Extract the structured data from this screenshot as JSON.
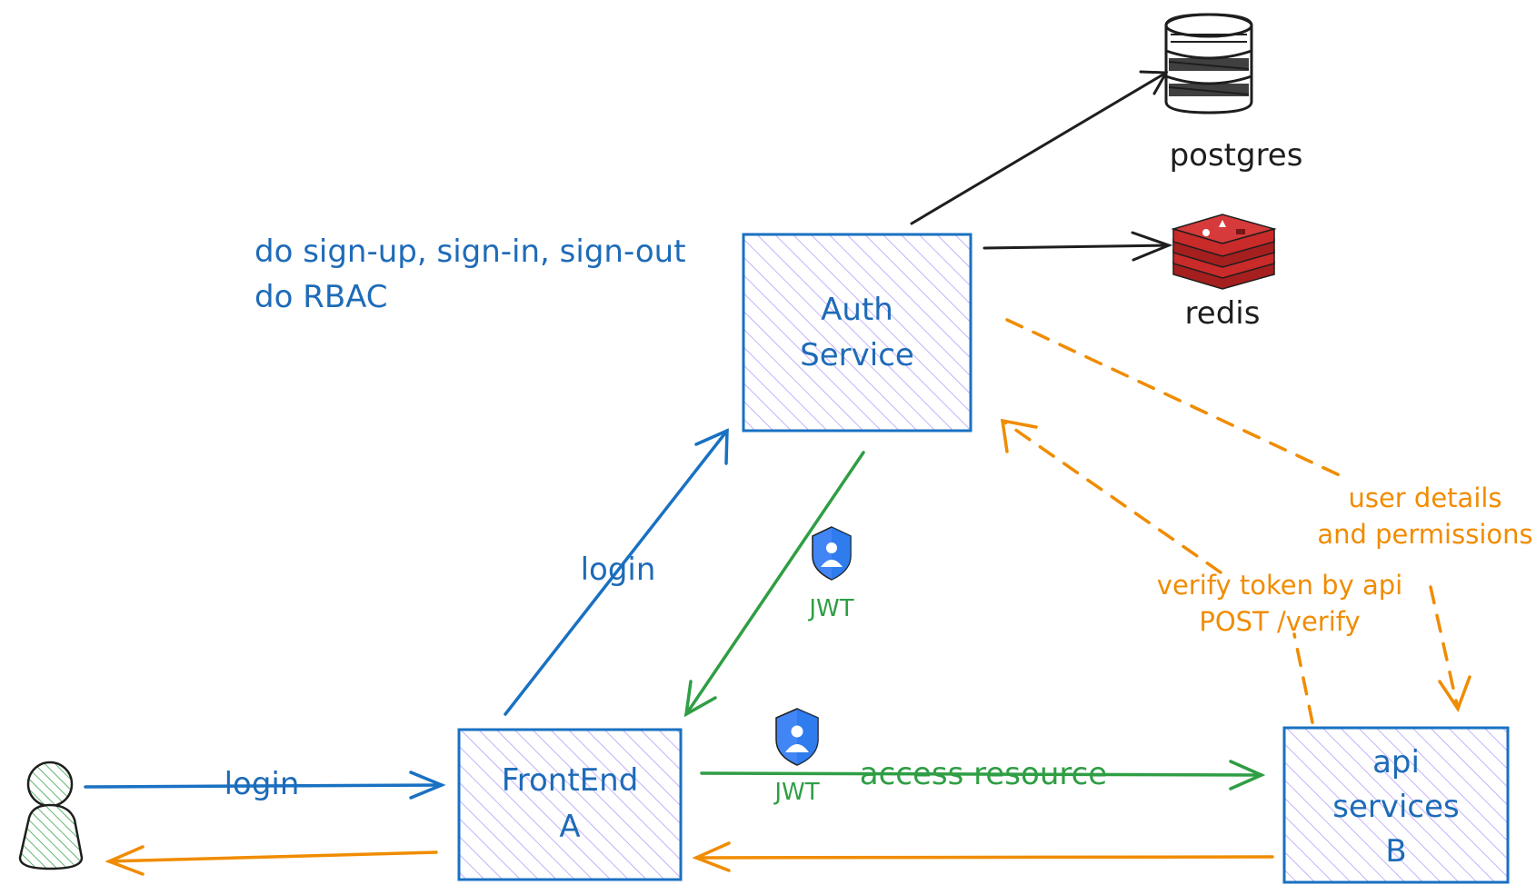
{
  "nodes": {
    "auth_service": {
      "line1": "Auth",
      "line2": "Service"
    },
    "frontend": {
      "line1": "FrontEnd",
      "line2": "A"
    },
    "api_services": {
      "line1": "api",
      "line2": "services",
      "line3": "B"
    },
    "postgres": {
      "label": "postgres"
    },
    "redis": {
      "label": "redis"
    }
  },
  "annotations": {
    "auth_duties_1": "do sign-up, sign-in, sign-out",
    "auth_duties_2": "do RBAC",
    "login_user": "login",
    "login_frontend": "login",
    "jwt_auth": "JWT",
    "jwt_access": "JWT",
    "access_resource": "access resource",
    "verify_1": "verify token by api",
    "verify_2": "POST /verify",
    "user_details_1": "user details",
    "user_details_2": "and permissions"
  },
  "colors": {
    "blue": "#1971c2",
    "green": "#2f9e44",
    "orange": "#f08c00",
    "black": "#1e1e1e",
    "hatch": "#b197fc",
    "redis_red": "#c92a2a",
    "user_green": "#2f9e44"
  }
}
